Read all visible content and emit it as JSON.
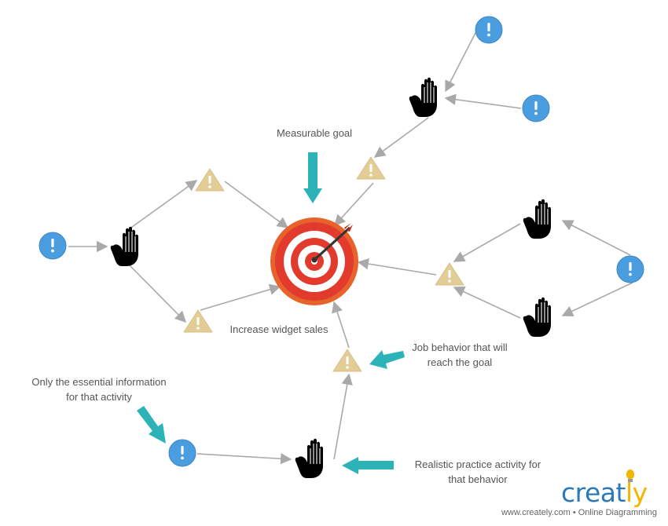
{
  "labels": {
    "measurable_goal": "Measurable goal",
    "increase_widget_sales": "Increase widget sales",
    "job_behavior_line1": "Job behavior that will",
    "job_behavior_line2": "reach the goal",
    "essential_info_line1": "Only the essential information",
    "essential_info_line2": "for that activity",
    "practice_activity_line1": "Realistic practice activity for",
    "practice_activity_line2": "that behavior"
  },
  "icons": {
    "info": "exclamation-circle",
    "warning": "warning-triangle",
    "hand": "raised-hand",
    "target": "bullseye-target",
    "pointer": "teal-arrow"
  },
  "colors": {
    "info_fill": "#4a9ee0",
    "warning_fill": "#e2cd97",
    "connector": "#a9a9a9",
    "pointer": "#2bb3b8",
    "target_red": "#e23b2e",
    "target_orange": "#e8622c",
    "brand_blue": "#2b79b8",
    "brand_yellow": "#f2b600"
  },
  "branding": {
    "name_main": "creat",
    "name_accent": "ly",
    "tagline": "www.creately.com • Online Diagramming"
  }
}
